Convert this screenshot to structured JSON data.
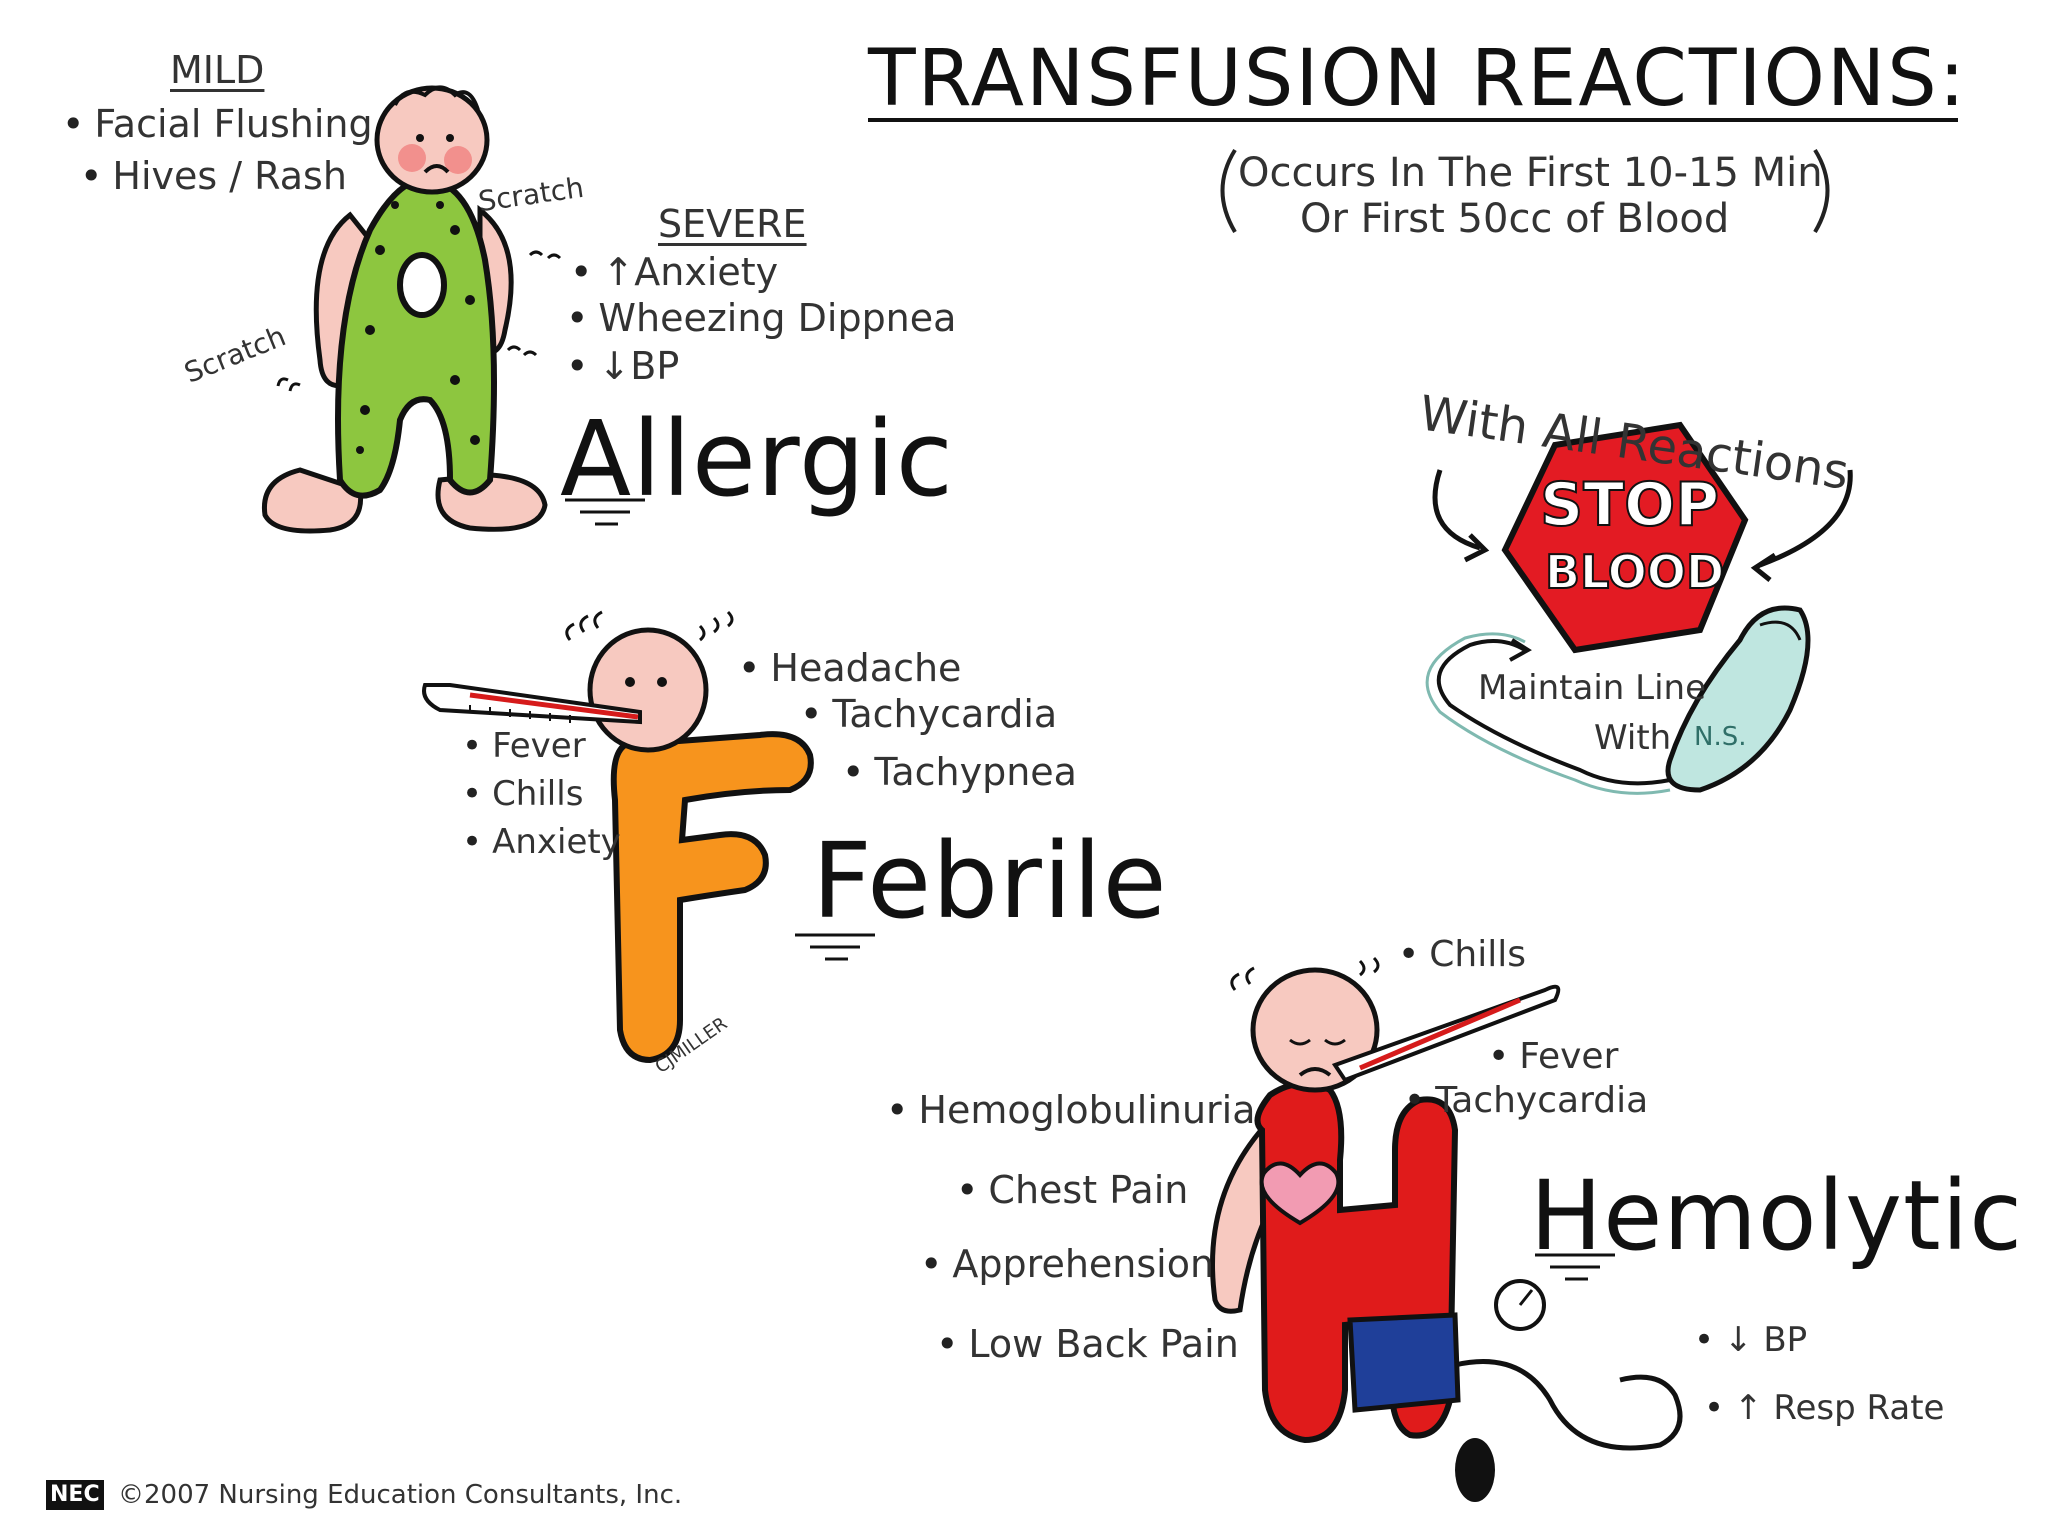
{
  "title": "TRANSFUSION REACTIONS:",
  "subtitle_line1": "Occurs In The First 10-15 Min",
  "subtitle_line2": "Or First 50cc of Blood",
  "allergic": {
    "word": "Allergic",
    "mild_heading": "MILD",
    "mild_items": [
      "Facial Flushing",
      "Hives / Rash"
    ],
    "severe_heading": "SEVERE",
    "severe_items": [
      "↑Anxiety",
      "Wheezing Dippnea",
      "↓BP"
    ],
    "scratch1": "Scratch",
    "scratch2": "Scratch"
  },
  "febrile": {
    "word": "Febrile",
    "left_items": [
      "Fever",
      "Chills",
      "Anxiety"
    ],
    "right_items": [
      "Headache",
      "Tachycardia",
      "Tachypnea"
    ],
    "signature": "CJMILLER"
  },
  "hemolytic": {
    "word": "Hemolytic",
    "top_items": [
      "Chills",
      "Fever",
      "Tachycardia"
    ],
    "left_items": [
      "Hemoglobulinuria",
      "Chest Pain",
      "Apprehension",
      "Low Back Pain"
    ],
    "bottom_items": [
      "↓ BP",
      "↑ Resp Rate"
    ]
  },
  "stop": {
    "arc_text": "With All Reactions",
    "sign_line1": "STOP",
    "sign_line2": "BLOOD",
    "maintain_line1": "Maintain Line",
    "maintain_line2": "With",
    "ns_label": "N.S."
  },
  "footer": {
    "logo": "NEC",
    "copyright": "©2007 Nursing Education Consultants, Inc."
  },
  "colors": {
    "allergic_green": "#8dc63f",
    "febrile_orange": "#f7941d",
    "hemolytic_red": "#e01b1b",
    "cuff_blue": "#1f3f99",
    "skin": "#f7c9c0",
    "stop_red": "#e31b23",
    "ns_teal": "#bfe6e0"
  }
}
